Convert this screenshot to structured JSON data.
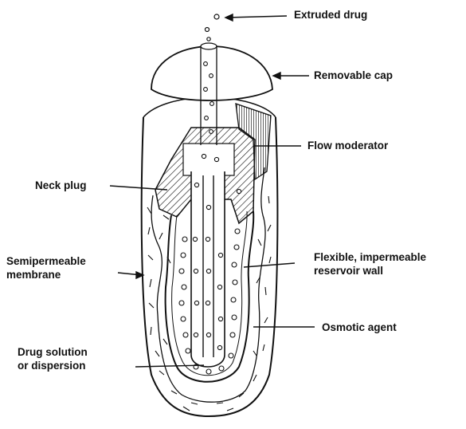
{
  "diagram": {
    "labels": {
      "extruded_drug": "Extruded drug",
      "removable_cap": "Removable cap",
      "flow_moderator": "Flow moderator",
      "neck_plug": "Neck plug",
      "semipermeable_membrane": [
        "Semipermeable",
        "membrane"
      ],
      "flexible_wall": [
        "Flexible, impermeable",
        "reservoir wall"
      ],
      "osmotic_agent": "Osmotic agent",
      "drug_solution": [
        "Drug solution",
        "or dispersion"
      ]
    },
    "colors": {
      "ink": "#111111",
      "background": "#ffffff"
    }
  }
}
